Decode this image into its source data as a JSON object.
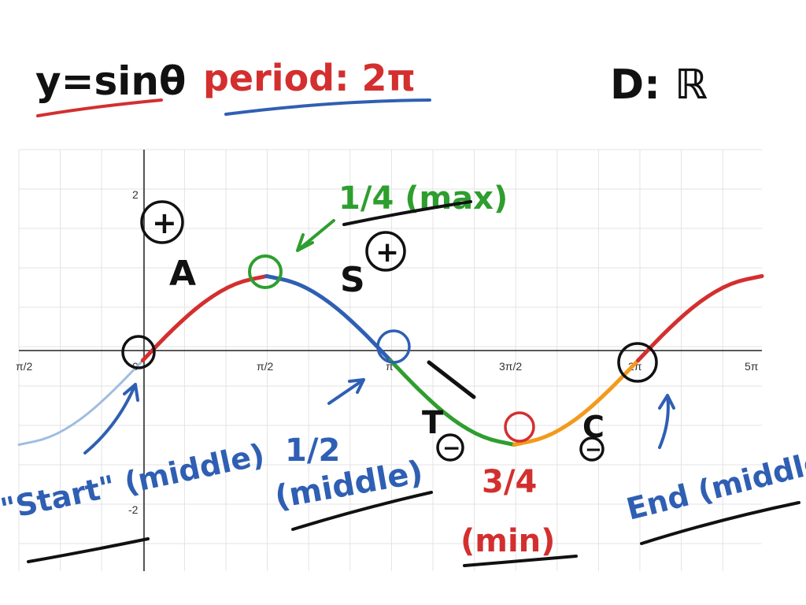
{
  "header": {
    "equation": "y=sinθ",
    "period_label": "period: 2π",
    "domain_label": "D: ℝ"
  },
  "annotations": {
    "quarter_max": "1/4 (max)",
    "half": "1/2",
    "half_note": "(middle)",
    "three_quarter_min": "3/4",
    "min_note": "(min)",
    "start_note": "\"Start\" (middle)",
    "end_note": "End (middle)",
    "quadrant_a": "A",
    "quadrant_s": "S",
    "quadrant_t": "T",
    "quadrant_c": "C",
    "plus": "+",
    "minus": "−"
  },
  "colors": {
    "red": "#d32f2f",
    "blue": "#2f5fb3",
    "green": "#2e9e2e",
    "orange": "#f39a1c",
    "black": "#111111",
    "base_curve": "#9fbde0",
    "grid": "#e3e3e3",
    "axis": "#222222"
  },
  "chart_data": {
    "type": "line",
    "title": "",
    "xlabel": "",
    "ylabel": "",
    "x_tick_labels": [
      "π/2",
      "0",
      "π/2",
      "π",
      "3π/2",
      "2π",
      "5π"
    ],
    "y_tick_labels": [
      "2",
      "-2"
    ],
    "xlim": [
      -1.5708,
      7.854
    ],
    "ylim": [
      -2.5,
      2.5
    ],
    "grid": true,
    "series": [
      {
        "name": "",
        "color": "#9fbde0",
        "x": [
          -1.5708,
          -1.1781,
          -0.7854,
          -0.3927,
          0
        ],
        "y": [
          -1,
          -0.924,
          -0.707,
          -0.383,
          0
        ]
      },
      {
        "name": "",
        "color": "#d32f2f",
        "x": [
          0,
          0.3927,
          0.7854,
          1.1781,
          1.5708
        ],
        "y": [
          0,
          0.383,
          0.707,
          0.924,
          1
        ]
      },
      {
        "name": "",
        "color": "#2f5fb3",
        "x": [
          1.5708,
          1.9635,
          2.3562,
          2.7489,
          3.1416
        ],
        "y": [
          1,
          0.924,
          0.707,
          0.383,
          0
        ]
      },
      {
        "name": "",
        "color": "#2e9e2e",
        "x": [
          3.1416,
          3.5343,
          3.927,
          4.3197,
          4.7124
        ],
        "y": [
          0,
          -0.383,
          -0.707,
          -0.924,
          -1
        ]
      },
      {
        "name": "",
        "color": "#f39a1c",
        "x": [
          4.7124,
          5.1051,
          5.4978,
          5.8905,
          6.2832
        ],
        "y": [
          -1,
          -0.924,
          -0.707,
          -0.383,
          0
        ]
      },
      {
        "name": "",
        "color": "#d32f2f",
        "x": [
          6.2832,
          6.6759,
          7.0686,
          7.4613,
          7.854
        ],
        "y": [
          0,
          0.383,
          0.707,
          0.924,
          1
        ]
      }
    ]
  }
}
